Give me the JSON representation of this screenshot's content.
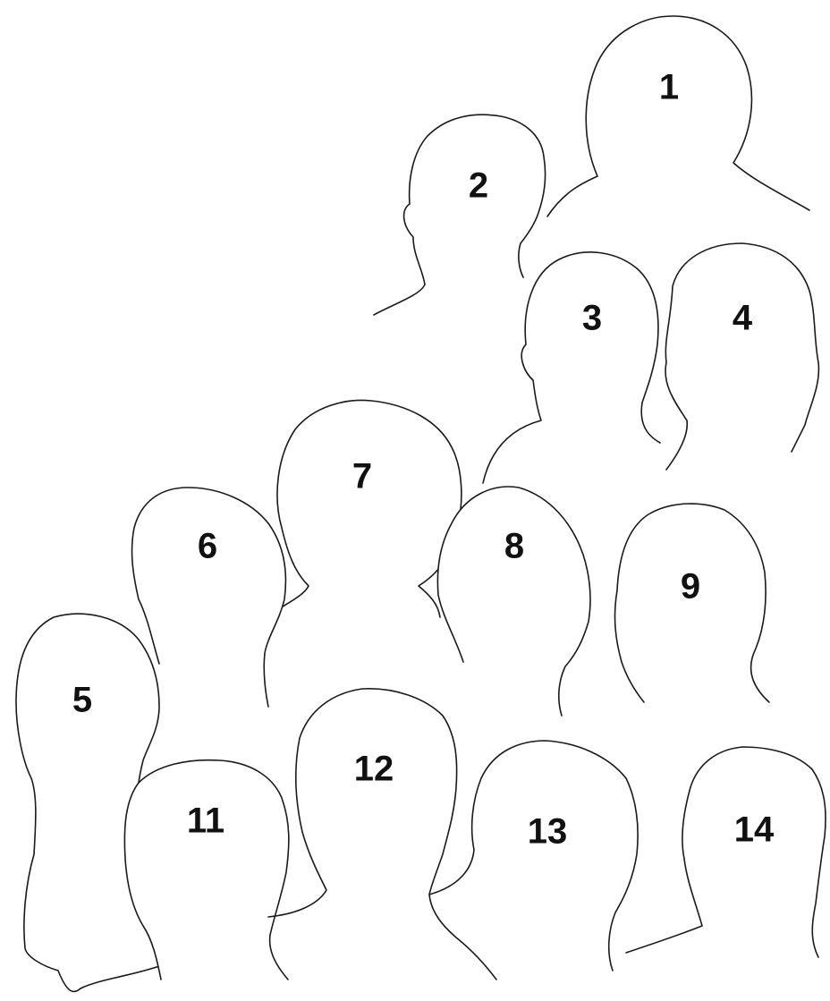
{
  "figures": [
    {
      "id": "1",
      "label": "1"
    },
    {
      "id": "2",
      "label": "2"
    },
    {
      "id": "3",
      "label": "3"
    },
    {
      "id": "4",
      "label": "4"
    },
    {
      "id": "5",
      "label": "5"
    },
    {
      "id": "6",
      "label": "6"
    },
    {
      "id": "7",
      "label": "7"
    },
    {
      "id": "8",
      "label": "8"
    },
    {
      "id": "9",
      "label": "9"
    },
    {
      "id": "11",
      "label": "11"
    },
    {
      "id": "12",
      "label": "12"
    },
    {
      "id": "13",
      "label": "13"
    },
    {
      "id": "14",
      "label": "14"
    }
  ]
}
